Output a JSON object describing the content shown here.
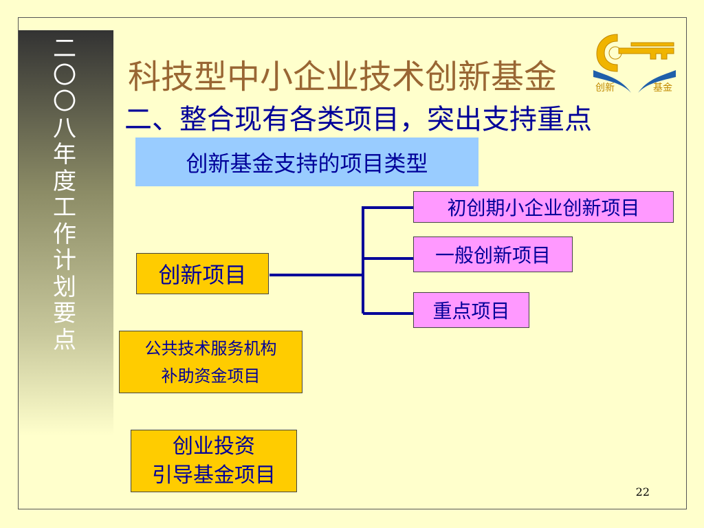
{
  "slide": {
    "side_text": [
      "二",
      "〇",
      "〇",
      "八",
      "年",
      "度",
      "工",
      "作",
      "计",
      "划",
      "要",
      "点"
    ],
    "title": "科技型中小企业技术创新基金",
    "subtitle": "二、整合现有各类项目，突出支持重点",
    "section_label": "创新基金支持的项目类型",
    "innovation_projects": "创新项目",
    "sub_projects": [
      "初创期小企业创新项目",
      "一般创新项目",
      "重点项目"
    ],
    "public_service": [
      "公共技术服务机构",
      "补助资金项目"
    ],
    "venture_capital": [
      "创业投资",
      "引导基金项目"
    ],
    "page_number": "22",
    "logo_text": [
      "创新",
      "基金"
    ]
  },
  "colors": {
    "background": "#ffffcc",
    "title": "#996633",
    "text_blue": "#000099",
    "box_yellow": "#ffcc00",
    "box_pink": "#ff99ff",
    "box_blue": "#99ccff",
    "connector": "#000099"
  }
}
